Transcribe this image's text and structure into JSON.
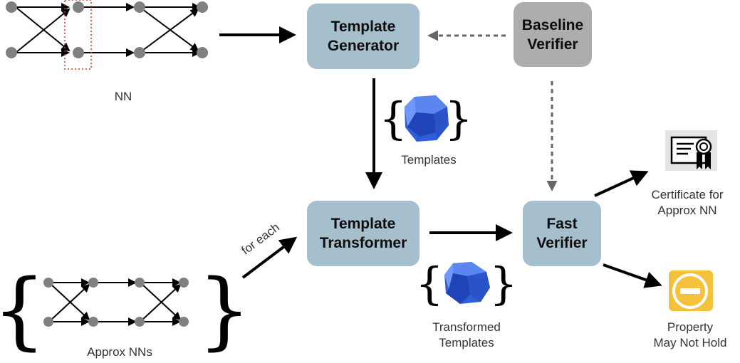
{
  "nodes": {
    "template_generator": {
      "line1": "Template",
      "line2": "Generator"
    },
    "baseline_verifier": {
      "line1": "Baseline",
      "line2": "Verifier"
    },
    "template_transformer": {
      "line1": "Template",
      "line2": "Transformer"
    },
    "fast_verifier": {
      "line1": "Fast",
      "line2": "Verifier"
    }
  },
  "labels": {
    "nn": "NN",
    "templates": "Templates",
    "transformed_templates": {
      "line1": "Transformed",
      "line2": "Templates"
    },
    "approx_nns": "Approx NNs",
    "for_each": "for each",
    "certificate": {
      "line1": "Certificate for",
      "line2": "Approx NN"
    },
    "property": {
      "line1": "Property",
      "line2": "May Not Hold"
    }
  },
  "braces": {
    "open": "{",
    "close": "}"
  },
  "icons": [
    "template-polytope-icon",
    "transformed-polytope-icon",
    "certificate-icon",
    "no-entry-icon"
  ],
  "colors": {
    "box_blue": "#a6bfcc",
    "box_gray": "#adadad",
    "polytope": "#2f5fd8",
    "warning": "#f3c13a",
    "node": "#808080"
  }
}
